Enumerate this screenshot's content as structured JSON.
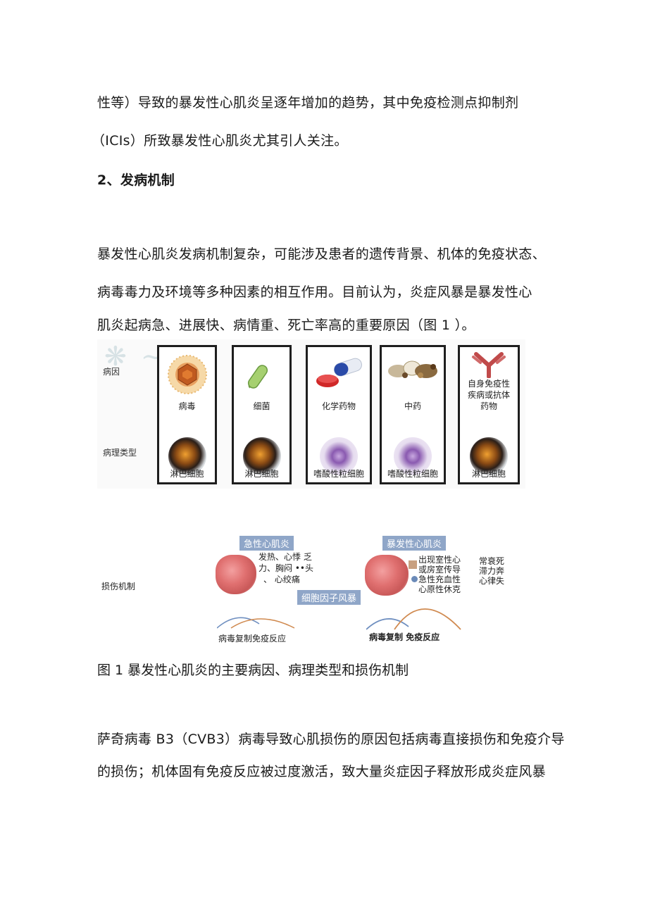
{
  "paragraphs": {
    "p1_line1": "性等）导致的暴发性心肌炎呈逐年增加的趋势，其中免疫检测点抑制剂",
    "p1_line2": "（ICIs）所致暴发性心肌炎尤其引人关注。",
    "section_heading": "2、发病机制",
    "p2_line1": "暴发性心肌炎发病机制复杂，可能涉及患者的遗传背景、机体的免疫状态、",
    "p2_line2": "病毒毒力及环境等多种因素的相互作用。目前认为，炎症风暴是暴发性心",
    "p2_line3": "肌炎起病急、进展快、病情重、死亡率高的重要原因（图 1 ）。",
    "p3_line1": "萨奇病毒 B3（CVB3）病毒导致心肌损伤的原因包括病毒直接损伤和免疫介导",
    "p3_line2": "的损伤；机体固有免疫反应被过度激活，致大量炎症因子释放形成炎症风暴"
  },
  "figure": {
    "row_labels": {
      "cause": "病因",
      "pathology": "病理类型"
    },
    "causes": [
      {
        "name": "病毒",
        "cell": "淋巴细胞",
        "icon": "virus-icon",
        "cell_type": "lymph"
      },
      {
        "name": "细菌",
        "cell": "淋巴细胞",
        "icon": "bacterium-icon",
        "cell_type": "lymph"
      },
      {
        "name": "化学药物",
        "cell": "嗜酸性粒细胞",
        "icon": "pill-icon",
        "cell_type": "eos"
      },
      {
        "name": "中药",
        "cell": "嗜酸性粒细胞",
        "icon": "herb-icon",
        "cell_type": "eos"
      },
      {
        "name": "自身免疫性疾病或抗体药物",
        "cell": "淋巴细胞",
        "icon": "antibody-icon",
        "cell_type": "lymph"
      }
    ],
    "injury": {
      "row_label": "损伤机制",
      "acute_tag": "急性心肌炎",
      "fulminant_tag": "暴发性心肌炎",
      "storm_tag": "细胞因子风暴",
      "acute_symptoms_1": "发热、心悸 乏",
      "acute_symptoms_2": "力、胸闷 ••头",
      "acute_symptoms_3": "、    心绞痛",
      "left_curve_label": "病毒复制免疫反应",
      "right_curve_label": "病毒复制  免疫反应",
      "fulminant_cols": [
        "出现室性心",
        "或房室传导",
        "急性充血性",
        "心原性休克"
      ],
      "fulminant_right_cols": [
        "常衰死",
        "滞力奔",
        "心律失"
      ]
    },
    "caption": "图 1 暴发性心肌炎的主要病因、病理类型和损伤机制",
    "colors": {
      "tag": "#8fa6c8",
      "curve_virus": "#6f8fc0",
      "curve_immune": "#d08a50"
    }
  }
}
